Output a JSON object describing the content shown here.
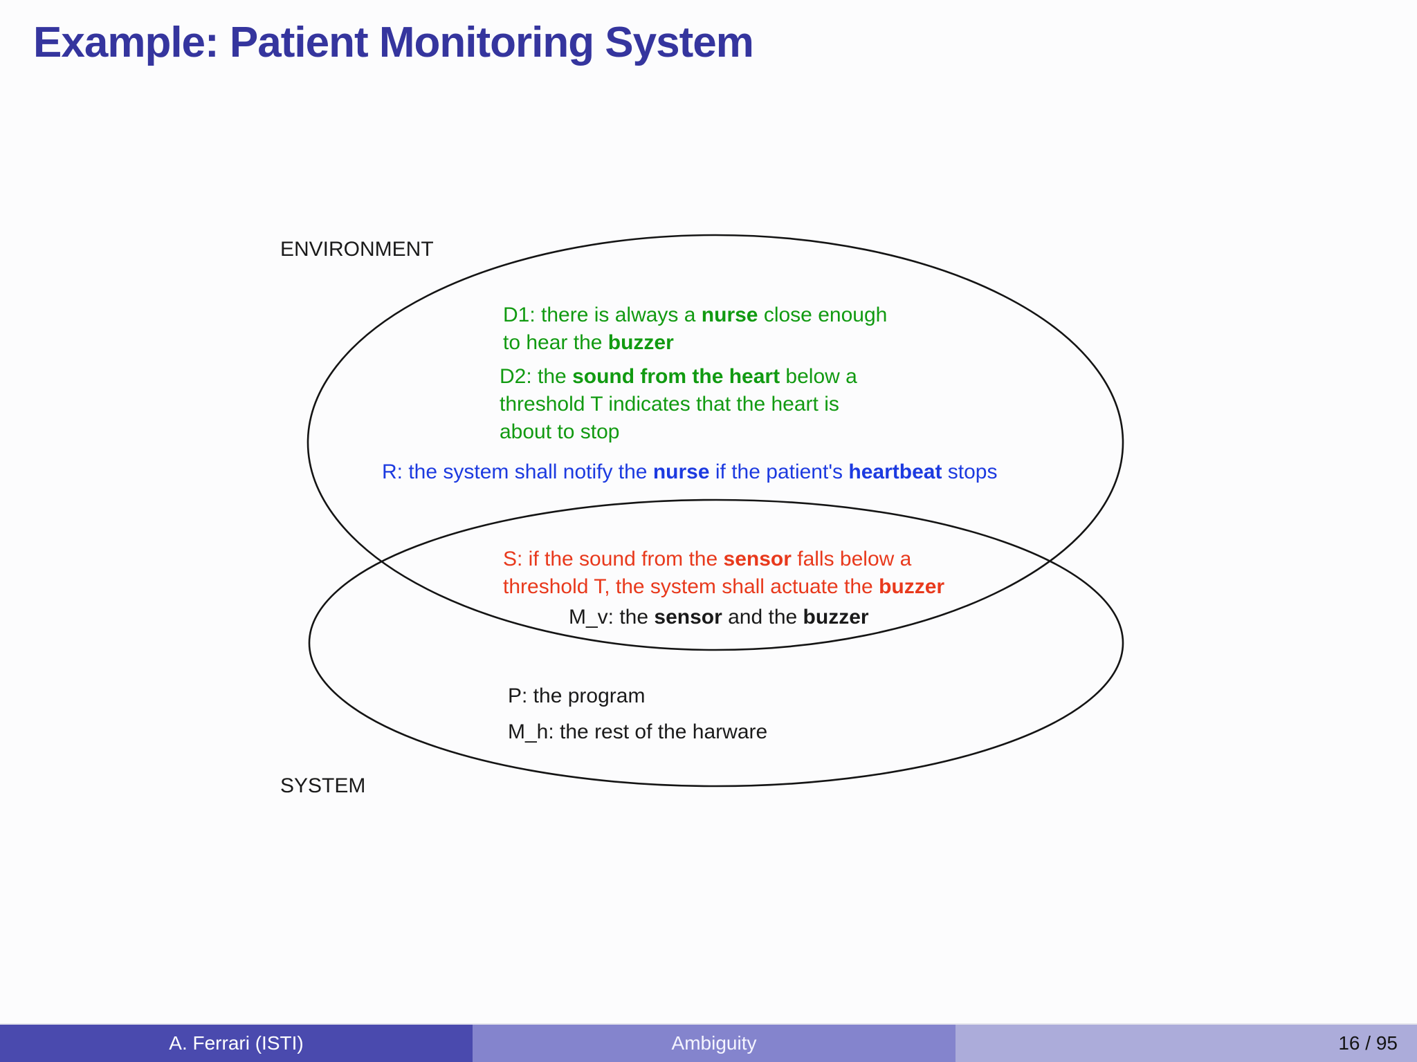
{
  "header": {
    "title": "Example: Patient Monitoring System",
    "color": "#35359e"
  },
  "diagram": {
    "environment_label": "ENVIRONMENT",
    "system_label": "SYSTEM",
    "ellipse_stroke": "#141414",
    "blocks": {
      "d1": {
        "color": "#119a11",
        "lines": [
          [
            {
              "t": "D1: there is always a "
            },
            {
              "t": "nurse",
              "b": 1
            },
            {
              "t": " close enough"
            }
          ],
          [
            {
              "t": "to hear the "
            },
            {
              "t": "buzzer",
              "b": 1
            }
          ]
        ]
      },
      "d2": {
        "color": "#119a11",
        "lines": [
          [
            {
              "t": "D2: the "
            },
            {
              "t": "sound from the heart",
              "b": 1
            },
            {
              "t": " below a"
            }
          ],
          [
            {
              "t": "threshold T indicates that the heart is"
            }
          ],
          [
            {
              "t": "about to stop"
            }
          ]
        ]
      },
      "r": {
        "color": "#1c3ae0",
        "lines": [
          [
            {
              "t": "R: the system shall notify the "
            },
            {
              "t": "nurse",
              "b": 1
            },
            {
              "t": " if the patient's "
            },
            {
              "t": "heartbeat",
              "b": 1
            },
            {
              "t": " stops"
            }
          ]
        ]
      },
      "s": {
        "color": "#e8391c",
        "lines": [
          [
            {
              "t": "S: if the sound from the "
            },
            {
              "t": "sensor",
              "b": 1
            },
            {
              "t": " falls below a"
            }
          ],
          [
            {
              "t": "threshold T, the system shall actuate the "
            },
            {
              "t": "buzzer",
              "b": 1
            }
          ]
        ]
      },
      "mv": {
        "color": "#1a1a1a",
        "lines": [
          [
            {
              "t": "M_v: the "
            },
            {
              "t": "sensor",
              "b": 1
            },
            {
              "t": " and the "
            },
            {
              "t": "buzzer",
              "b": 1
            }
          ]
        ]
      },
      "p": {
        "color": "#1a1a1a",
        "lines": [
          [
            {
              "t": "P: the program"
            }
          ]
        ]
      },
      "mh": {
        "color": "#1a1a1a",
        "lines": [
          [
            {
              "t": "M_h: the rest of the harware"
            }
          ]
        ]
      }
    }
  },
  "footer": {
    "author": "A. Ferrari  (ISTI)",
    "doc_title": "Ambiguity",
    "page": "16 / 95",
    "colors": {
      "author_bg": "#4a4aae",
      "author_fg": "#ffffff",
      "title_bg": "#8484cd",
      "title_fg": "#f4f4ff",
      "page_bg": "#acacda",
      "page_fg": "#141414"
    }
  }
}
